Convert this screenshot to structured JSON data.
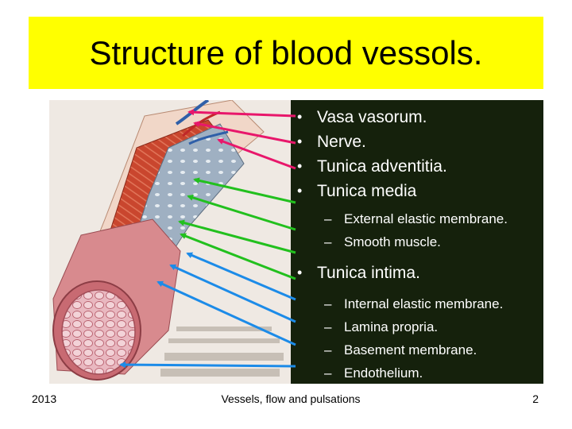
{
  "slide": {
    "title": "Structure of blood vessols.",
    "bullets": {
      "vasa_vasorum": "Vasa vasorum.",
      "nerve": "Nerve.",
      "adventitia": "Tunica adventitia.",
      "media": "Tunica media",
      "media_sub": [
        "External elastic membrane.",
        "Smooth muscle."
      ],
      "intima": "Tunica intima.",
      "intima_sub": [
        "Internal elastic membrane.",
        "Lamina propria.",
        "Basement membrane.",
        "Endothelium."
      ]
    },
    "footer": {
      "year": "2013",
      "center": "Vessels, flow and pulsations",
      "page": "2"
    },
    "colors": {
      "title_bg": "#ffff00",
      "panel_bg": "#15210c",
      "arrow_pink": "#e8176b",
      "arrow_green": "#22c01e",
      "arrow_blue": "#1c8be8"
    }
  }
}
